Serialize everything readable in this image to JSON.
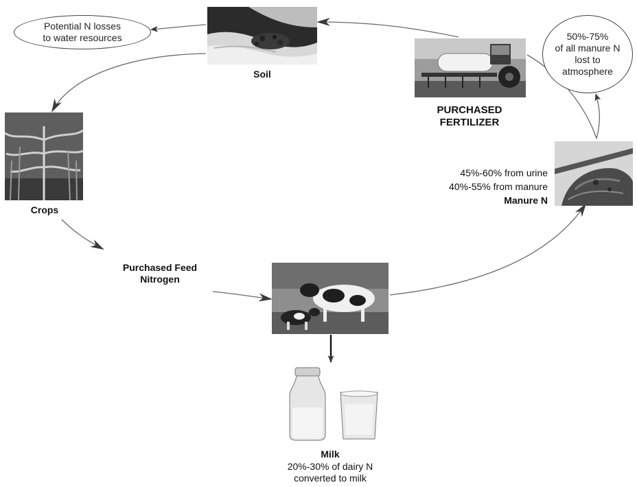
{
  "labels": {
    "soil": "Soil",
    "crops": "Crops",
    "purchased_fertilizer": "PURCHASED\nFERTILIZER",
    "purchased_feed": "Purchased Feed\nNitrogen",
    "manure_line1": "45%-60% from urine",
    "manure_line2": "40%-55% from manure",
    "manure_title": "Manure N",
    "milk_title": "Milk",
    "milk_detail": "20%-30% of dairy N\nconverted to milk"
  },
  "bubbles": {
    "water_losses": "Potential N losses\nto water resources",
    "atmosphere_losses": "50%-75%\nof all manure N\nlost to\natmosphere"
  },
  "colors": {
    "arrow": "#6a6a6a",
    "arrow_head": "#3a3a3a",
    "text": "#111111"
  },
  "icons": {
    "soil_photo": "hands-holding-soil-photo",
    "fertilizer_photo": "tractor-fertilizer-tank-photo",
    "crops_photo": "corn-crop-photo",
    "cows_photo": "holstein-cows-photo",
    "manure_photo": "manure-pile-photo",
    "milk_photo": "milk-bottle-and-glass-photo"
  }
}
